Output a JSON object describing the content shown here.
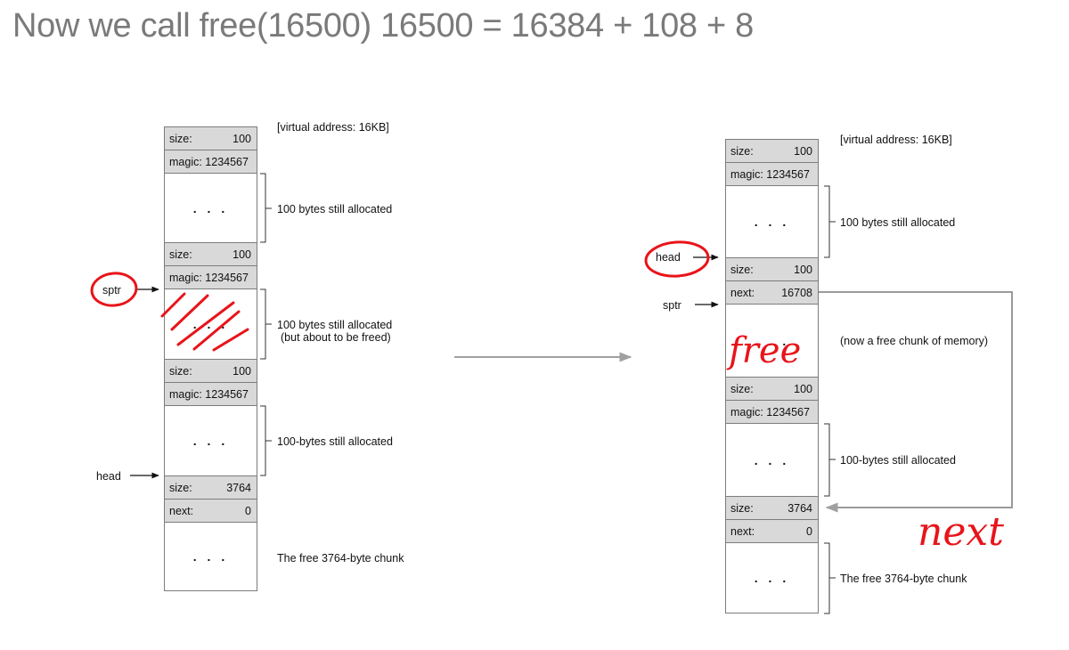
{
  "title": "Now we call free(16500)  16500 = 16384 + 108 + 8",
  "left": {
    "vaddr": "[virtual address: 16KB]",
    "header1": {
      "size_label": "size:",
      "size_value": "100",
      "magic": "magic: 1234567"
    },
    "chunk1": {
      "dots": ". . .",
      "note": "100 bytes still allocated"
    },
    "header2": {
      "size_label": "size:",
      "size_value": "100",
      "magic": "magic: 1234567"
    },
    "chunk2": {
      "dots": ". . .",
      "note_line1": "100 bytes still allocated",
      "note_line2": "(but about to be freed)"
    },
    "header3": {
      "size_label": "size:",
      "size_value": "100",
      "magic": "magic: 1234567"
    },
    "chunk3": {
      "dots": ". . .",
      "note": "100-bytes still allocated"
    },
    "free_header": {
      "size_label": "size:",
      "size_value": "3764",
      "next_label": "next:",
      "next_value": "0"
    },
    "free_chunk": {
      "dots": ". . .",
      "note": "The free 3764-byte chunk"
    },
    "sptr": "sptr",
    "head": "head"
  },
  "right": {
    "vaddr": "[virtual address: 16KB]",
    "header1": {
      "size_label": "size:",
      "size_value": "100",
      "magic": "magic: 1234567"
    },
    "chunk1": {
      "dots": ". . .",
      "note": "100 bytes still allocated"
    },
    "header2": {
      "size_label": "size:",
      "size_value": "100",
      "next_label": "next:",
      "next_value": "16708"
    },
    "chunk2": {
      "dots": ". . .",
      "note": "(now a free chunk of memory)"
    },
    "header3": {
      "size_label": "size:",
      "size_value": "100",
      "magic": "magic: 1234567"
    },
    "chunk3": {
      "dots": ". . .",
      "note": "100-bytes still allocated"
    },
    "free_header": {
      "size_label": "size:",
      "size_value": "3764",
      "next_label": "next:",
      "next_value": "0"
    },
    "free_chunk": {
      "dots": ". . .",
      "note": "The free 3764-byte chunk"
    },
    "head": "head",
    "sptr": "sptr"
  },
  "handwriting": {
    "free": "free",
    "next": "next"
  },
  "colors": {
    "ink": "#111111",
    "cell_gray": "#d9d9d9",
    "border": "#7c7c7c",
    "title": "#7a7a7a",
    "arrow": "#a0a0a0",
    "marker": "#e8141a"
  }
}
